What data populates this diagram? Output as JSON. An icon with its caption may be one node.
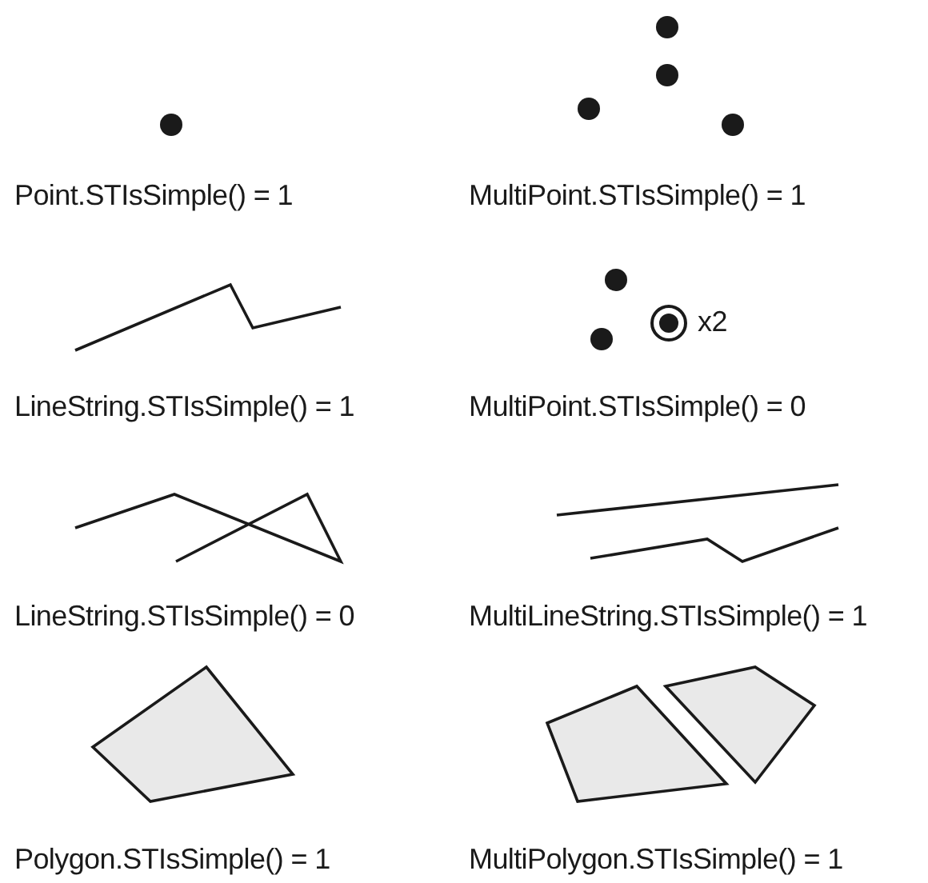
{
  "diagram": {
    "labels": [
      "Point.STIsSimple() = 1",
      "MultiPoint.STIsSimple() = 1",
      "x2",
      "LineString.STIsSimple() = 1",
      "MultiPoint.STIsSimple() = 0",
      "LineString.STIsSimple() = 0",
      "MultiLineString.STIsSimple() = 1",
      "Polygon.STIsSimple() = 1",
      "MultiPolygon.STIsSimple() = 1"
    ]
  }
}
